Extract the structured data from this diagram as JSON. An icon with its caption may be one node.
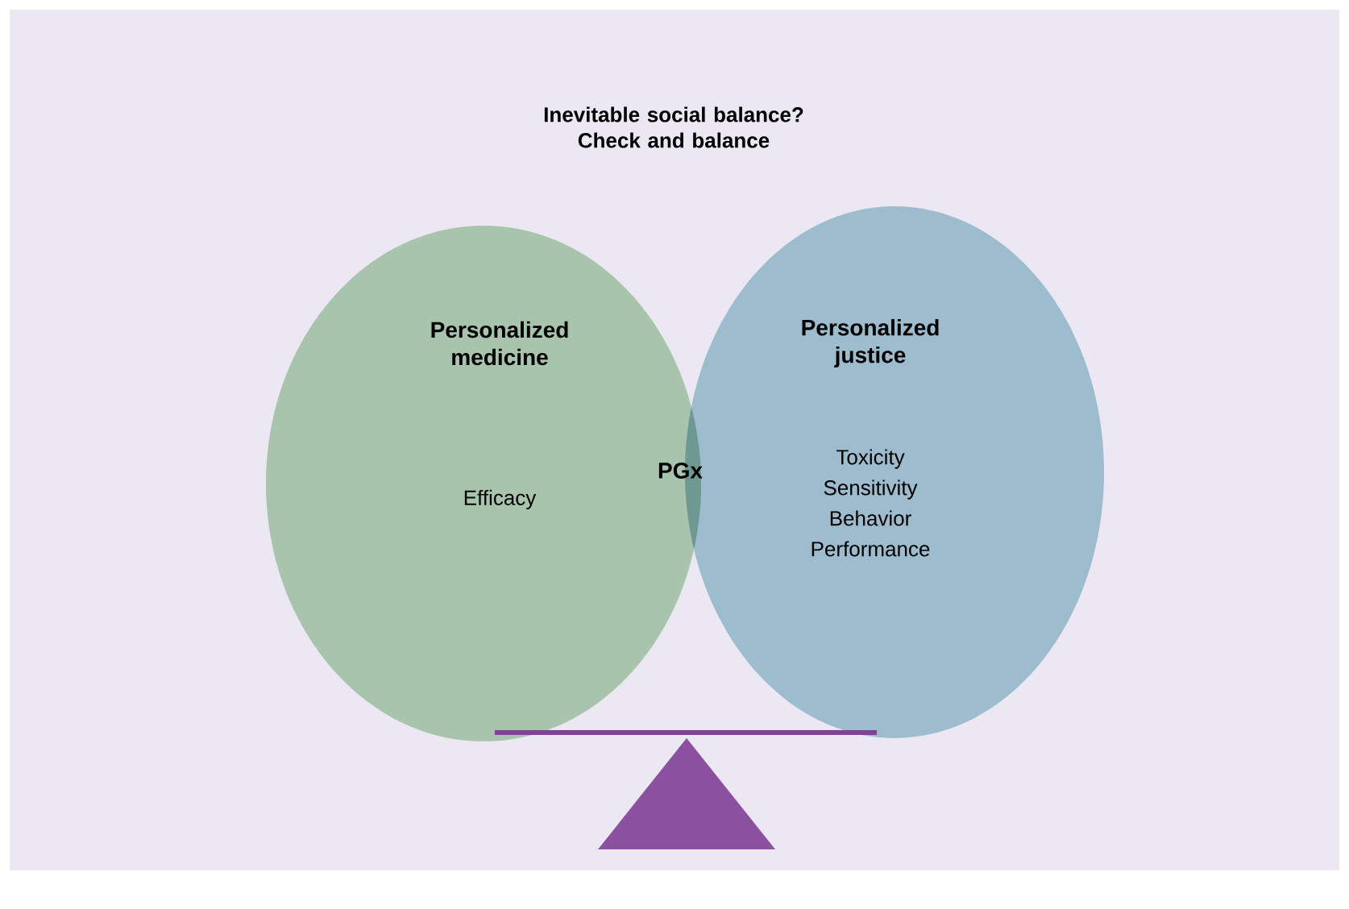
{
  "diagram": {
    "title": "Inevitable social balance? Check and balance",
    "nodes": [
      {
        "text": [
          "Personalized medicine",
          "Efficacy"
        ]
      },
      {
        "text": [
          "Personalized justice",
          "Toxicity Sensitivity Behavior Performance"
        ]
      },
      {
        "text": [
          "PGx"
        ]
      }
    ]
  }
}
